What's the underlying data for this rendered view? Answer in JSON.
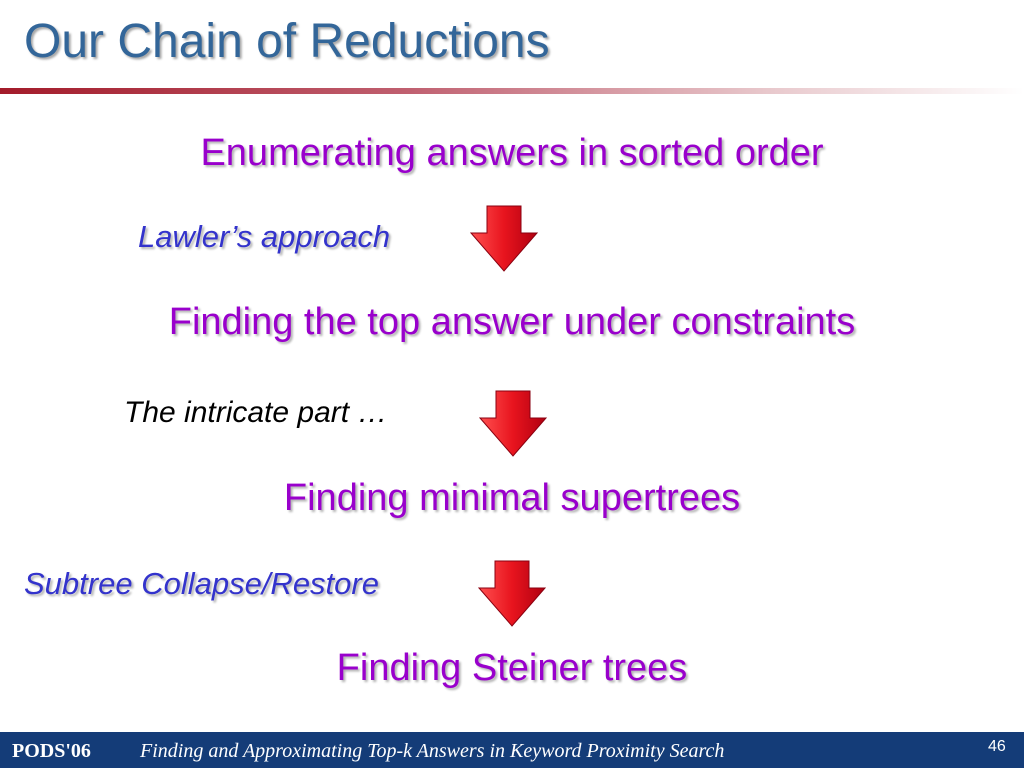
{
  "slide": {
    "title": "Our Chain of Reductions"
  },
  "steps": [
    "Enumerating answers in sorted order",
    "Finding the top answer under constraints",
    "Finding minimal supertrees",
    "Finding Steiner trees"
  ],
  "transitions": [
    "Lawler’s approach",
    "The intricate part …",
    "Subtree Collapse/Restore"
  ],
  "footer": {
    "venue": "PODS'06",
    "paper_title": "Finding and Approximating Top-k Answers in Keyword Proximity Search",
    "page_number": "46"
  },
  "colors": {
    "title": "#336699",
    "step_text": "#9900cc",
    "note_blue": "#3333cc",
    "arrow_red": "#e8141e",
    "footer_bg": "#143c78"
  },
  "icons": [
    "down-arrow-icon"
  ]
}
